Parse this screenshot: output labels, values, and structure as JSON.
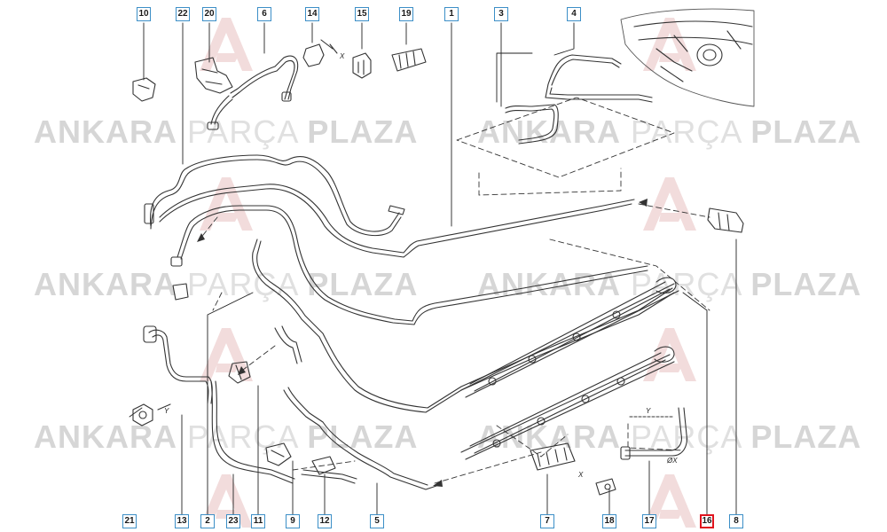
{
  "watermark": {
    "brand_bold_1": "ANKARA",
    "brand_light": "PARÇA",
    "brand_bold_2": "PLAZA"
  },
  "callouts": {
    "c10": "10",
    "c22": "22",
    "c20": "20",
    "c6": "6",
    "c14": "14",
    "c15": "15",
    "c19": "19",
    "c1": "1",
    "c3": "3",
    "c4": "4",
    "c21": "21",
    "c13": "13",
    "c2": "2",
    "c23": "23",
    "c11": "11",
    "c9": "9",
    "c12": "12",
    "c5": "5",
    "c7": "7",
    "c18": "18",
    "c17": "17",
    "c16": "16",
    "c8": "8"
  },
  "selected_callout": "16",
  "dimension_labels": {
    "x1": "X",
    "y1": "Y",
    "x2": "X",
    "y2": "Y",
    "dx": "ØX"
  },
  "colors": {
    "callout_border": "#3c8fc7",
    "selected_border": "#e0141e",
    "line": "#333333",
    "watermark": "#d6d6d6"
  }
}
